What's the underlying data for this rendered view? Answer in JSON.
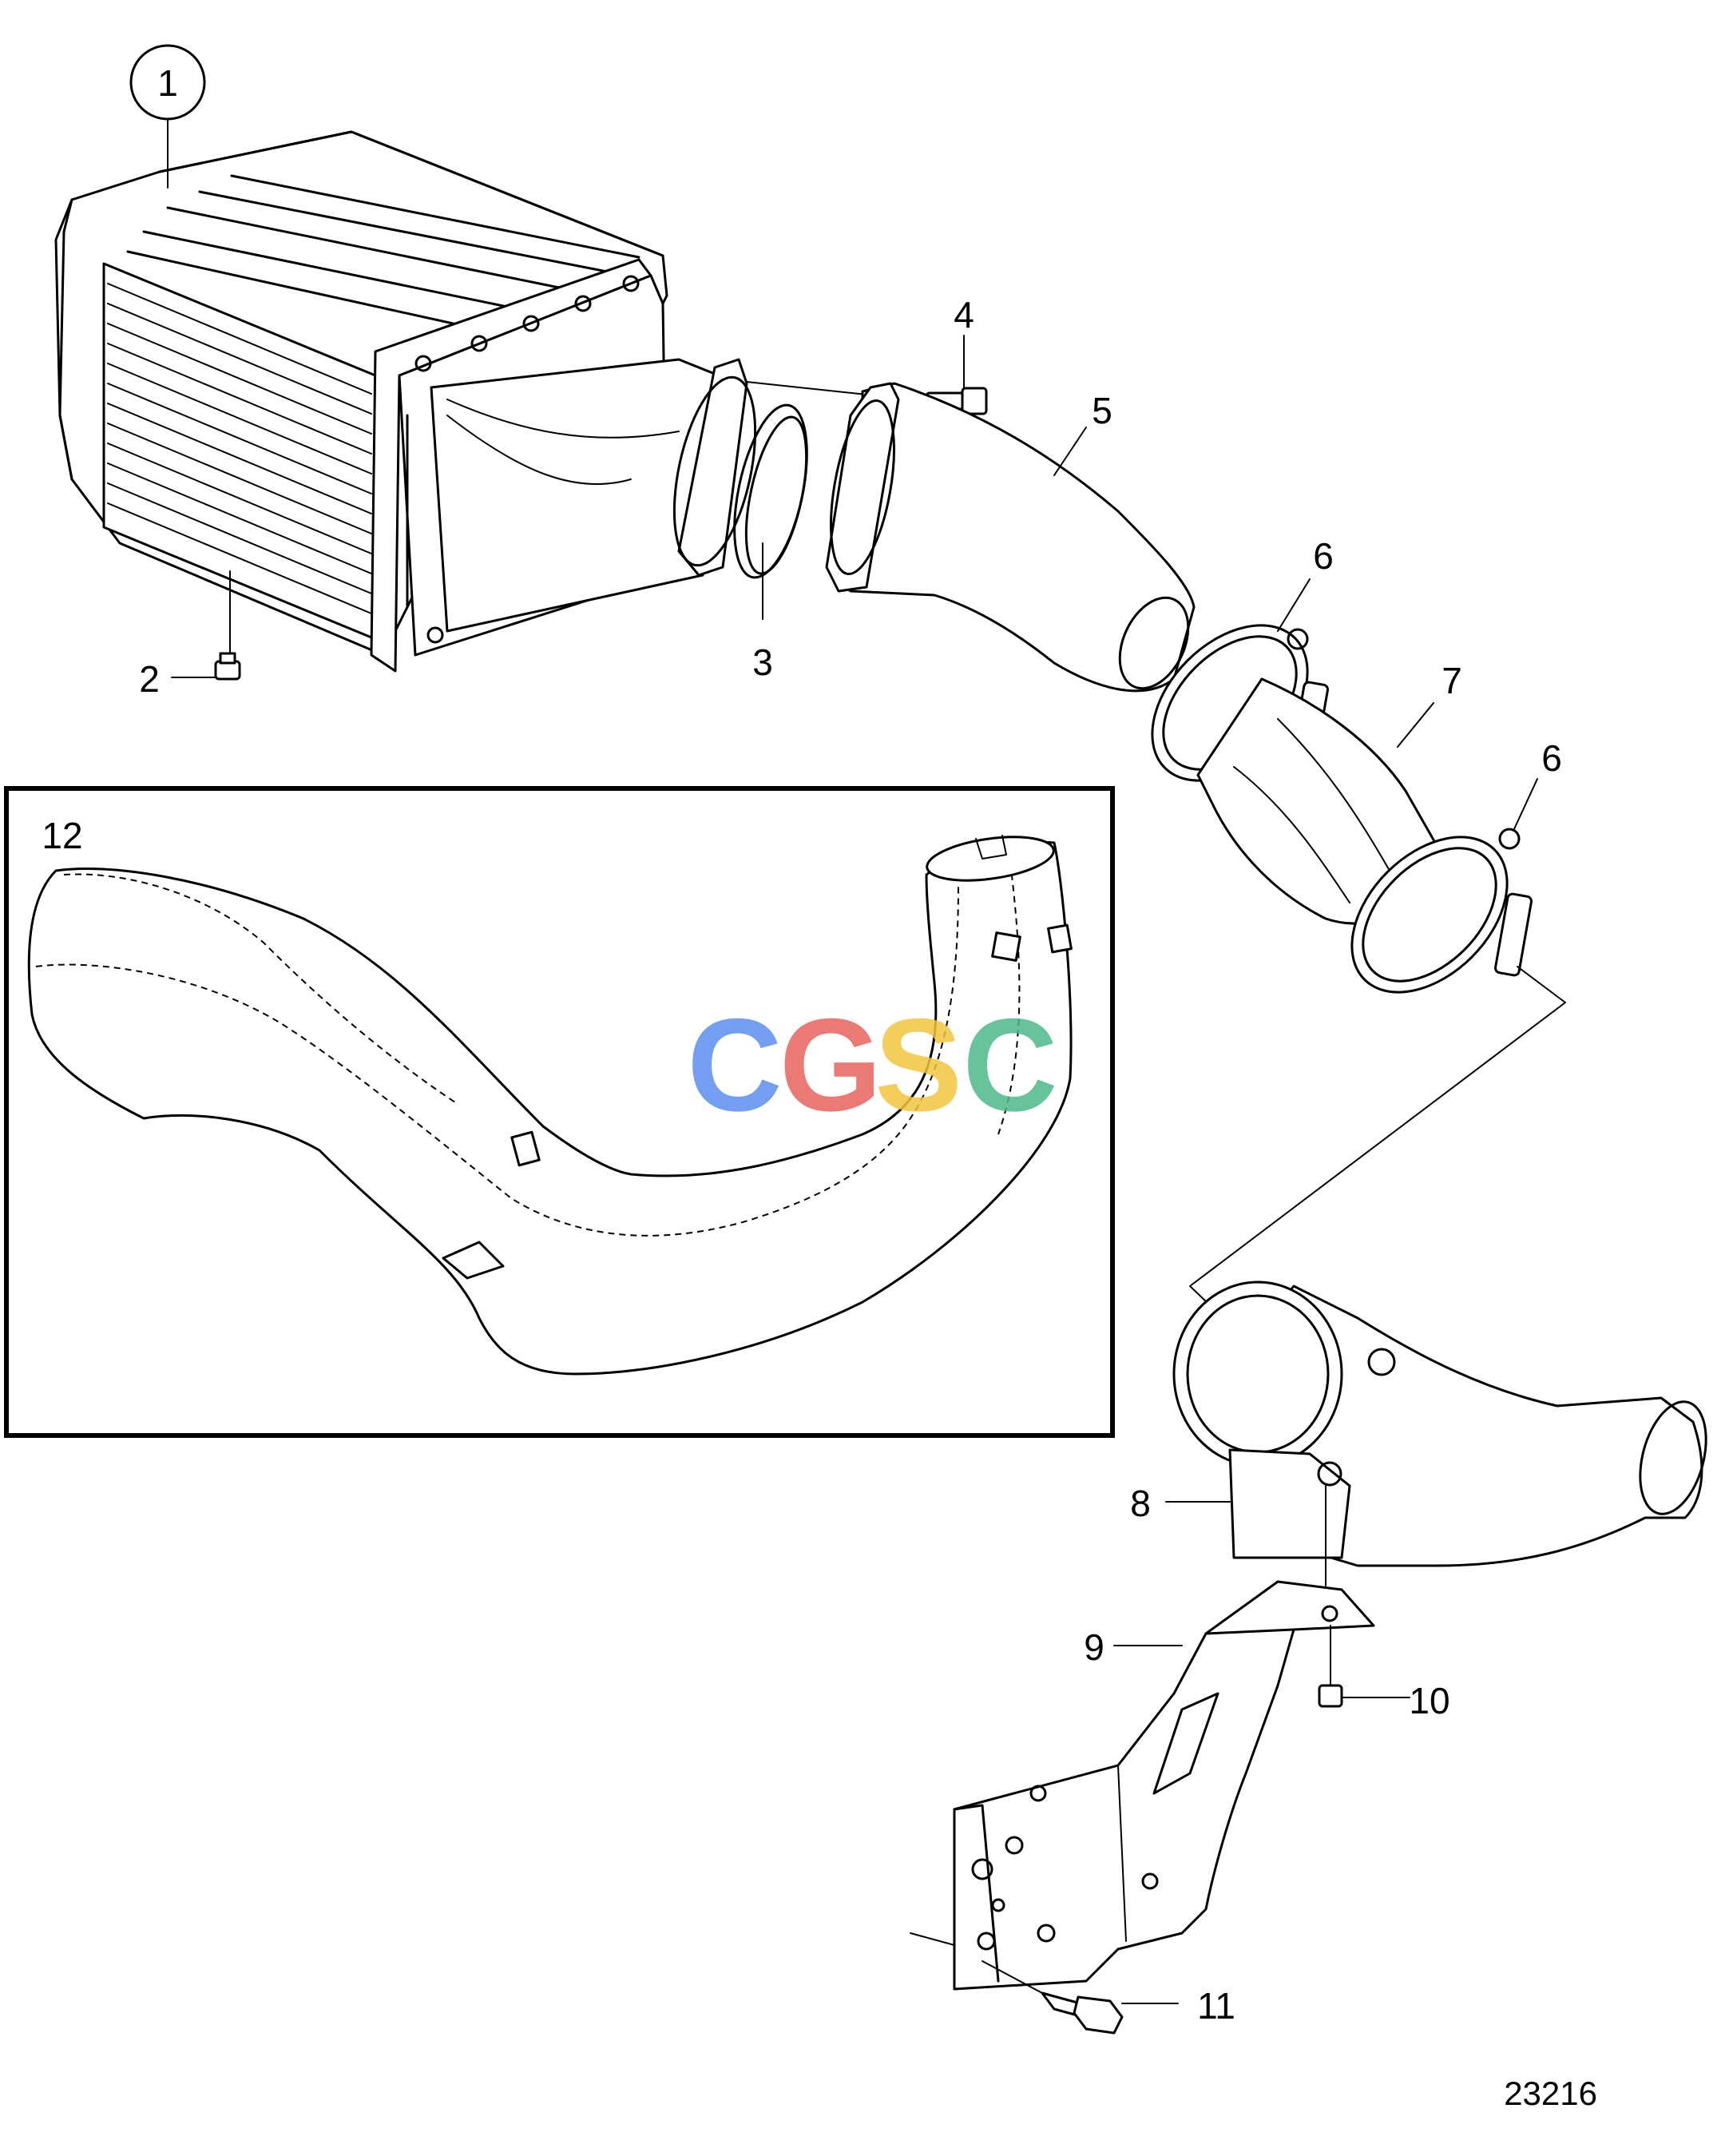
{
  "callouts": {
    "c1": "1",
    "c2": "2",
    "c3": "3",
    "c4": "4",
    "c5": "5",
    "c6a": "6",
    "c7": "7",
    "c6b": "6",
    "c8": "8",
    "c9": "9",
    "c10": "10",
    "c11": "11",
    "c12": "12"
  },
  "drawing_number": "23216",
  "watermark": {
    "letters": [
      "C",
      "G",
      "S",
      "C"
    ],
    "colors": [
      "#5b8def",
      "#e8625c",
      "#f2c53d",
      "#4cb88a"
    ]
  }
}
